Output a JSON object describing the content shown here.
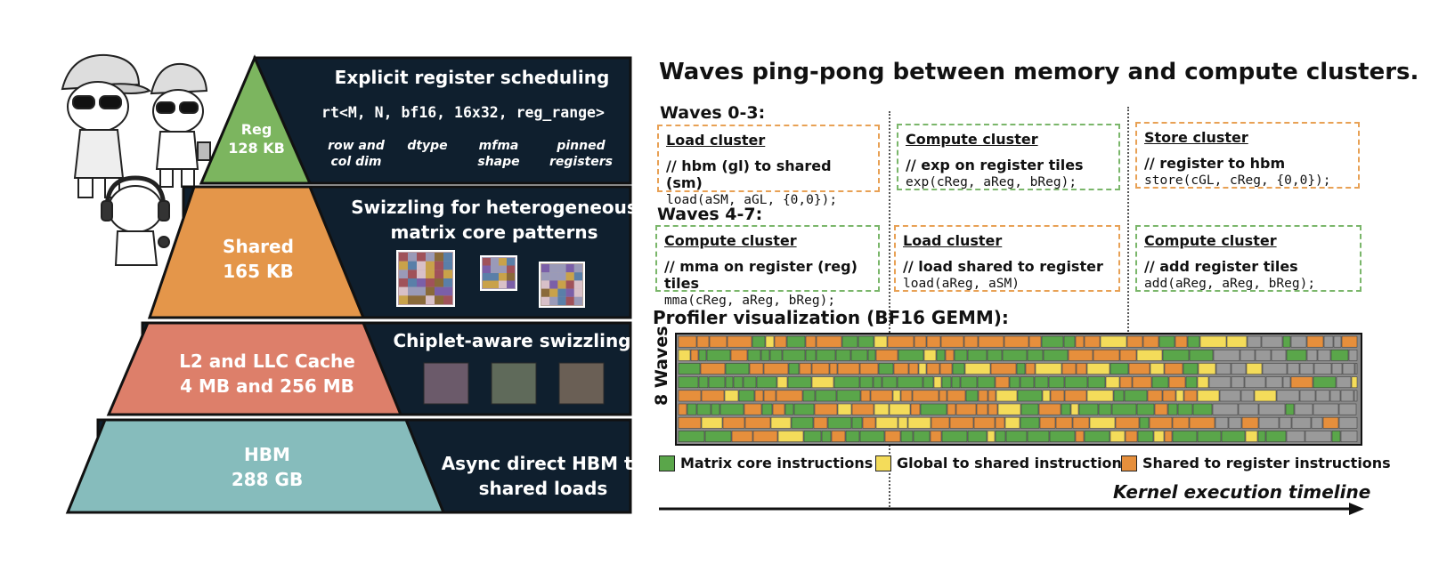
{
  "pyramid": {
    "levels": [
      {
        "name": "Reg",
        "size": "128 KB",
        "color": "#7cb55f"
      },
      {
        "name": "Shared",
        "size": "165 KB",
        "color": "#e4964a"
      },
      {
        "name": "L2 and LLC Cache",
        "size": "4 MB and 256 MB",
        "color": "#dd7f6a"
      },
      {
        "name": "HBM",
        "size": "288 GB",
        "color": "#86bcbc"
      }
    ],
    "panels": {
      "reg_title": "Explicit register scheduling",
      "reg_code": "rt<M, N, bf16, 16x32, reg_range>",
      "reg_params": [
        {
          "l1": "row and",
          "l2": "col dim"
        },
        {
          "l1": "dtype",
          "l2": ""
        },
        {
          "l1": "mfma",
          "l2": "shape"
        },
        {
          "l1": "pinned",
          "l2": "registers"
        }
      ],
      "shared_title_1": "Swizzling for heterogeneous",
      "shared_title_2": "matrix core patterns",
      "l2_title": "Chiplet-aware swizzling",
      "hbm_title_1": "Async direct HBM to",
      "hbm_title_2": "shared loads"
    },
    "panel_color": "#0f1f2e"
  },
  "right": {
    "title": "Waves ping-pong between memory and compute clusters.",
    "group1_label": "Waves 0-3:",
    "group2_label": "Waves 4-7:",
    "group1_boxes": [
      {
        "title": "Load cluster",
        "comment": "// hbm (gl) to shared (sm)",
        "code": "load(aSM, aGL, {0,0});"
      },
      {
        "title": "Compute cluster",
        "comment": "// exp on register tiles",
        "code": "exp(cReg, aReg, bReg);"
      },
      {
        "title": "Store cluster",
        "comment": "// register to hbm",
        "code": "store(cGL, cReg, {0,0});"
      }
    ],
    "group2_boxes": [
      {
        "title": "Compute cluster",
        "comment": "// mma on register (reg) tiles",
        "code": "mma(cReg, aReg, bReg);"
      },
      {
        "title": "Load cluster",
        "comment": "// load shared to register",
        "code": "load(aReg, aSM)"
      },
      {
        "title": "Compute cluster",
        "comment": "// add register tiles",
        "code": "add(aReg, aReg, bReg);"
      }
    ],
    "profiler_title": "Profiler visualization (BF16 GEMM):",
    "y_label": "8 Waves",
    "legend": [
      {
        "label": "Matrix core instructions",
        "color": "#5aa64a"
      },
      {
        "label": "Global to shared instructions",
        "color": "#f4dc5a"
      },
      {
        "label": "Shared to register instructions",
        "color": "#e68f3c"
      }
    ],
    "timeline_label": "Kernel execution timeline"
  }
}
